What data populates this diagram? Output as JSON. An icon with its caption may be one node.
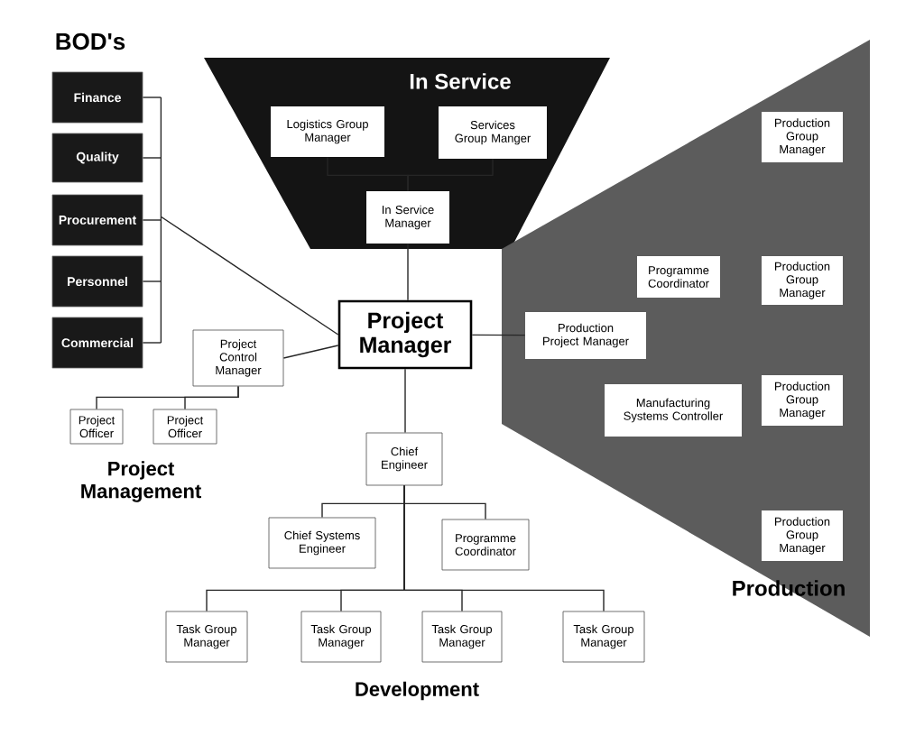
{
  "diagram": {
    "nodes": [
      {
        "text": [
          "In Service"
        ]
      },
      {
        "text": [
          "Logistics Group Manager"
        ],
        "in": 0
      },
      {
        "text": [
          "Services Group Manger"
        ],
        "in": 0
      },
      {
        "text": [
          "In Service Manager"
        ],
        "in": 0
      },
      {
        "text": [
          "Finance"
        ]
      },
      {
        "text": [
          "Quality"
        ]
      },
      {
        "text": [
          "Procurement"
        ]
      },
      {
        "text": [
          "Personnel"
        ]
      },
      {
        "text": [
          "Commercial"
        ]
      },
      {
        "text": [
          "Production"
        ]
      },
      {
        "text": [
          "Production Group Manager"
        ],
        "in": 9
      },
      {
        "text": [
          "Programme Coordinator"
        ],
        "in": 9
      },
      {
        "text": [
          "Production Group Manager"
        ],
        "in": 9
      },
      {
        "text": [
          "Production Project Manager"
        ],
        "in": 9
      },
      {
        "text": [
          "Manufacturing Systems Controller"
        ],
        "in": 9
      },
      {
        "text": [
          "Production Group Manager"
        ],
        "in": 9
      },
      {
        "text": [
          "Production Group Manager"
        ],
        "in": 9
      },
      {
        "text": [
          "Project Manager"
        ]
      },
      {
        "text": [
          "Project Control Manager"
        ]
      },
      {
        "text": [
          "Project Officer"
        ]
      },
      {
        "text": [
          "Project Officer"
        ]
      },
      {
        "text": [
          "Chief Engineer"
        ]
      },
      {
        "text": [
          "Chief Systems Engineer"
        ]
      },
      {
        "text": [
          "Programme Coordinator"
        ]
      },
      {
        "text": [
          "Task Group Manager"
        ]
      },
      {
        "text": [
          "Task Group Manager"
        ]
      },
      {
        "text": [
          "Task Group Manager"
        ]
      },
      {
        "text": [
          "Task Group Manager"
        ]
      }
    ],
    "edges": [
      {
        "from": 1,
        "to": 3,
        "arrow": "none"
      },
      {
        "from": 2,
        "to": 3,
        "arrow": "none"
      },
      {
        "from": 3,
        "to": 17,
        "arrow": "none"
      },
      {
        "from": 4,
        "to": 17,
        "arrow": "none"
      },
      {
        "from": 5,
        "to": 17,
        "arrow": "none"
      },
      {
        "from": 6,
        "to": 17,
        "arrow": "none"
      },
      {
        "from": 7,
        "to": 17,
        "arrow": "none"
      },
      {
        "from": 8,
        "to": 17,
        "arrow": "none"
      },
      {
        "from": 17,
        "to": 13,
        "arrow": "none"
      },
      {
        "from": 17,
        "to": 18,
        "arrow": "none"
      },
      {
        "from": 18,
        "to": 19,
        "arrow": "none"
      },
      {
        "from": 18,
        "to": 20,
        "arrow": "none"
      },
      {
        "from": 17,
        "to": 21,
        "arrow": "none"
      },
      {
        "from": 21,
        "to": 22,
        "arrow": "none"
      },
      {
        "from": 21,
        "to": 23,
        "arrow": "none"
      },
      {
        "from": 21,
        "to": 24,
        "arrow": "none"
      },
      {
        "from": 21,
        "to": 25,
        "arrow": "none"
      },
      {
        "from": 21,
        "to": 26,
        "arrow": "none"
      },
      {
        "from": 21,
        "to": 27,
        "arrow": "none"
      }
    ],
    "labels": [
      "BOD's",
      "Project Management",
      "Development"
    ]
  }
}
